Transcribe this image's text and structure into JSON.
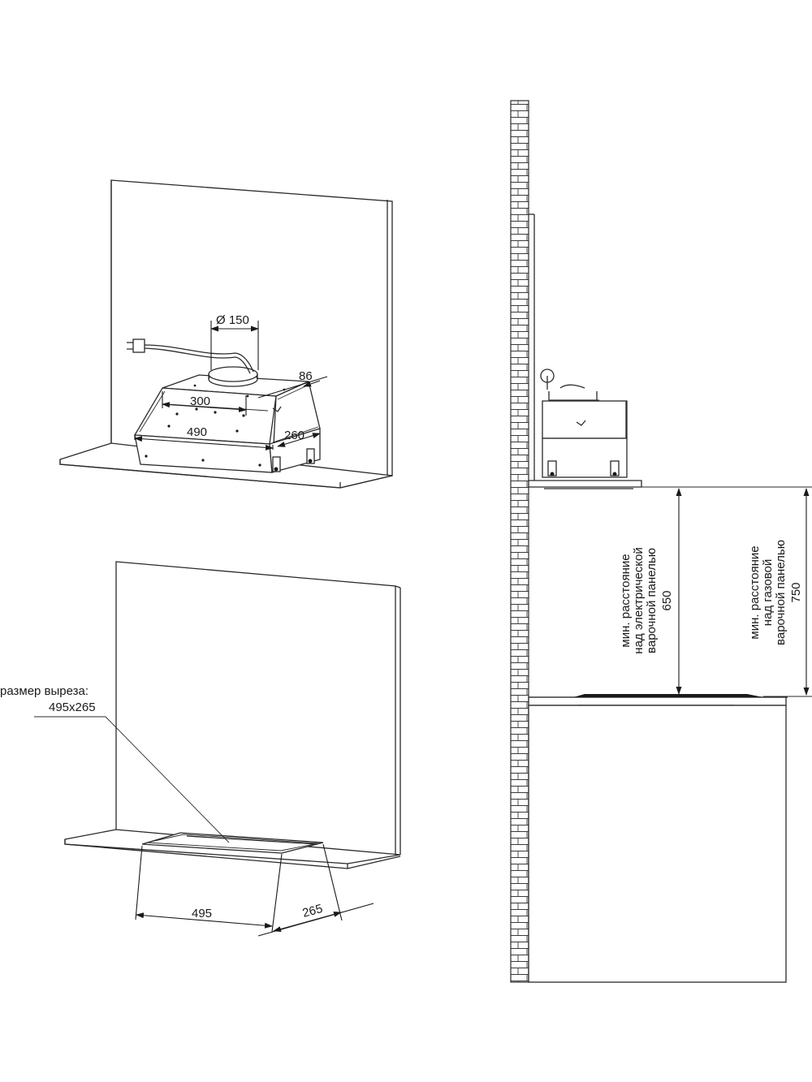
{
  "top_view": {
    "dim_duct": "Ø 150",
    "dim_depth_side": "86",
    "dim_top_width": "300",
    "dim_front_width": "490",
    "dim_side_depth": "260"
  },
  "cutout_view": {
    "label_line1": "размер выреза:",
    "label_line2": "495x265",
    "dim_width": "495",
    "dim_depth": "265"
  },
  "side_view": {
    "electric": {
      "line1": "мин. расстояние",
      "line2": "над электрической",
      "line3": "варочной панелью",
      "value": "650"
    },
    "gas": {
      "line1": "мин. расстояние",
      "line2": "над газовой",
      "line3": "варочной панелью",
      "value": "750"
    }
  }
}
